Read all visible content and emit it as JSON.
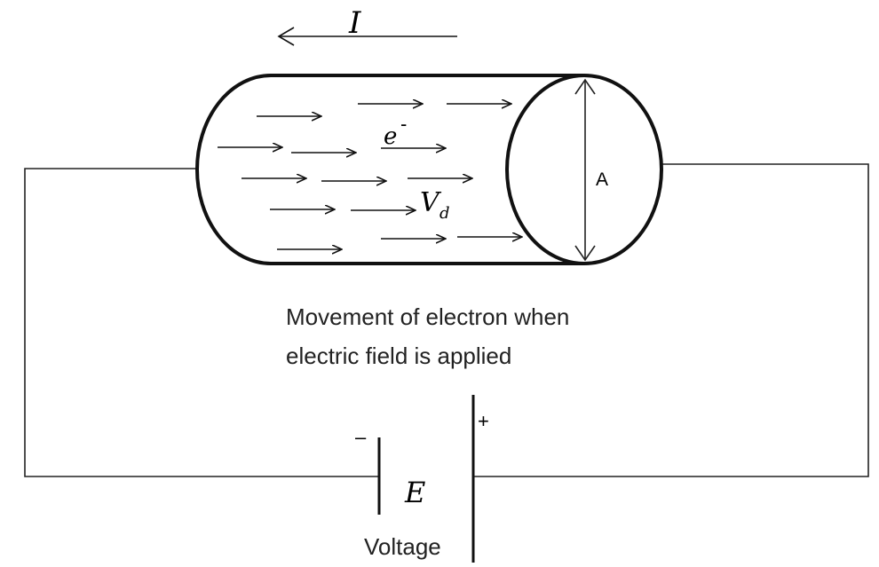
{
  "labels": {
    "current_symbol": "I",
    "electron_symbol": "e",
    "electron_charge": "-",
    "drift_velocity_symbol": "V",
    "drift_velocity_subscript": "d",
    "area_symbol": "A",
    "emf_symbol": "E",
    "negative_terminal": "–",
    "positive_terminal": "+",
    "caption_line_1": "Movement of electron when",
    "caption_line_2": "electric field is applied",
    "voltage_label": "Voltage"
  },
  "electron_arrow_count": 14
}
